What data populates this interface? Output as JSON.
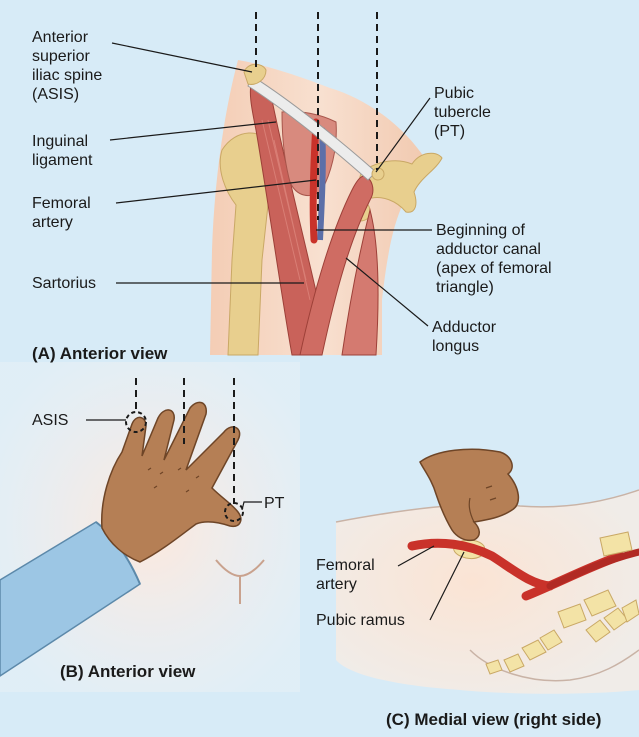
{
  "panels": {
    "a": {
      "caption": "(A) Anterior view",
      "labels": {
        "asis": "Anterior\nsuperior\niliac spine\n(ASIS)",
        "inguinal": "Inguinal\nligament",
        "femoral_artery": "Femoral\nartery",
        "sartorius": "Sartorius",
        "pubic_tubercle": "Pubic\ntubercle\n(PT)",
        "adductor_canal": "Beginning of\nadductor canal\n(apex of femoral\ntriangle)",
        "adductor_longus": "Adductor\nlongus"
      }
    },
    "b": {
      "caption": "(B) Anterior view",
      "labels": {
        "asis": "ASIS",
        "pt": "PT"
      }
    },
    "c": {
      "caption": "(C) Medial view (right side)",
      "labels": {
        "femoral_artery": "Femoral\nartery",
        "pubic_ramus": "Pubic ramus"
      }
    }
  },
  "colors": {
    "background": "#d7ebf7",
    "skin": "#f6d9c7",
    "bone": "#e8cf8e",
    "muscle": "#c9625a",
    "artery": "#c9322a",
    "ligament": "#e6e6e6",
    "sleeve": "#9cc6e4",
    "hand": "#b57f55"
  }
}
